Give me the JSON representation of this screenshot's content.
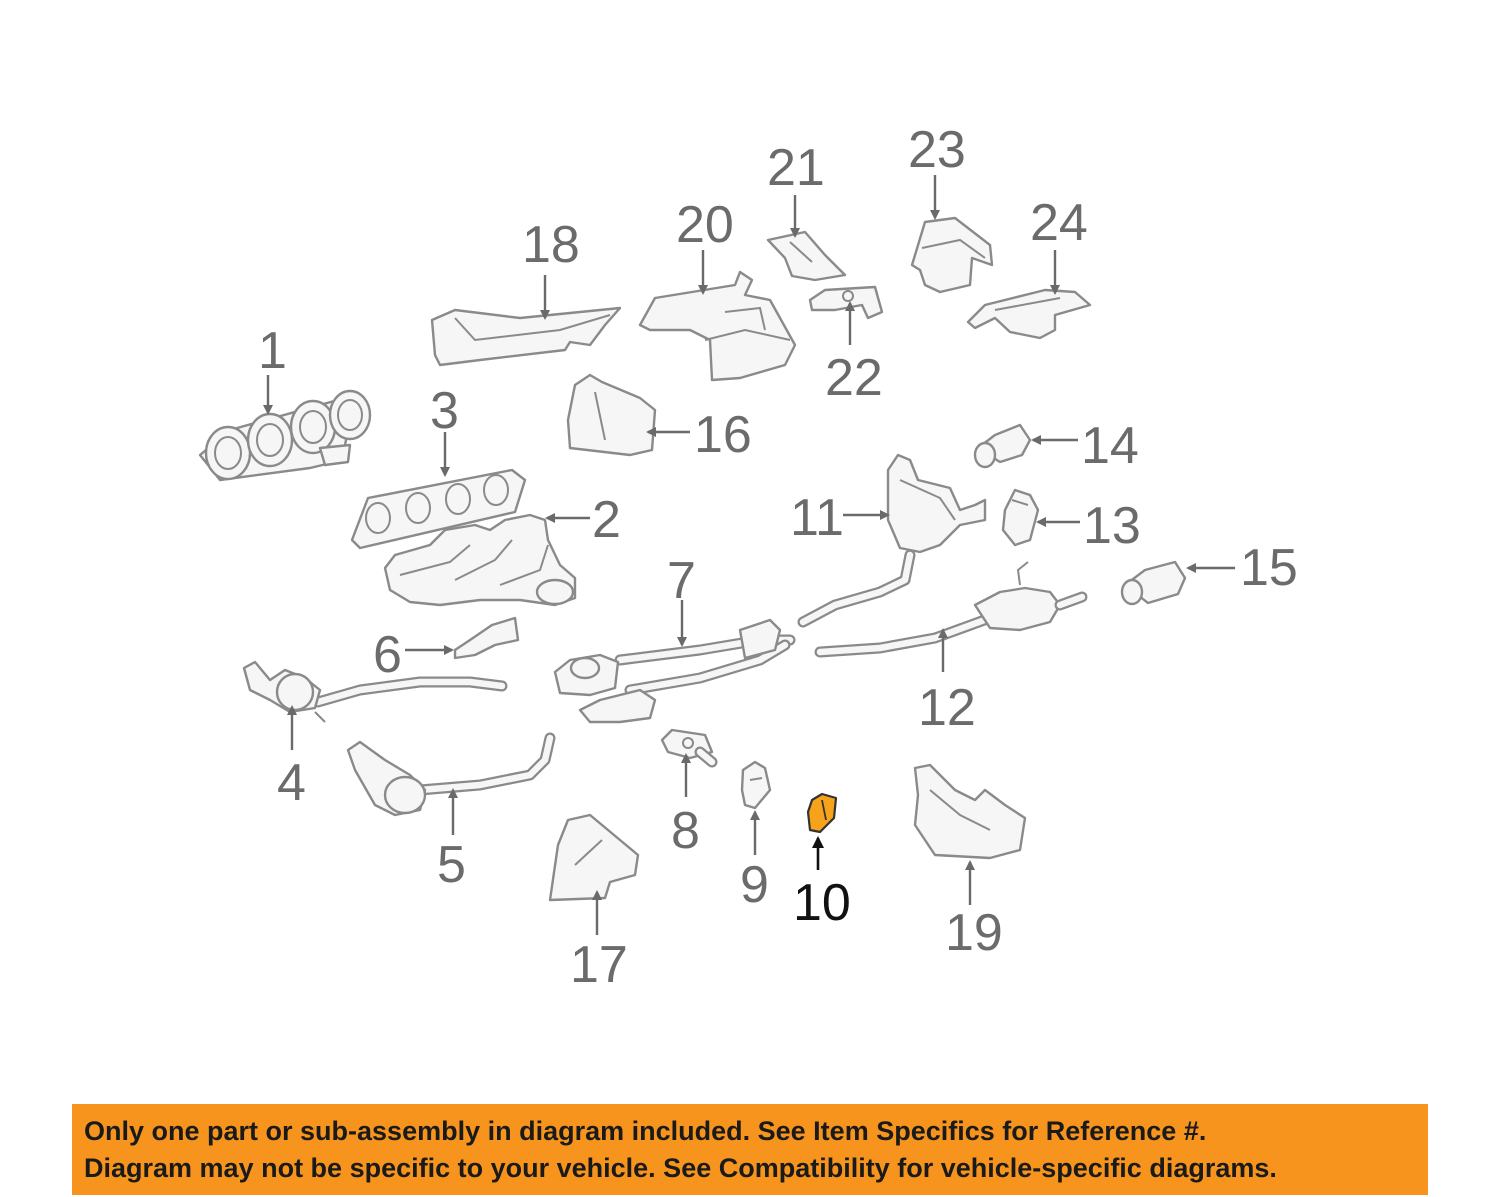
{
  "diagram": {
    "highlight_color": "#f7a21b",
    "highlighted_part": "10",
    "callouts": {
      "c1": "1",
      "c2": "2",
      "c3": "3",
      "c4": "4",
      "c5": "5",
      "c6": "6",
      "c7": "7",
      "c8": "8",
      "c9": "9",
      "c10": "10",
      "c11": "11",
      "c12": "12",
      "c13": "13",
      "c14": "14",
      "c15": "15",
      "c16": "16",
      "c17": "17",
      "c18": "18",
      "c19": "19",
      "c20": "20",
      "c21": "21",
      "c22": "22",
      "c23": "23",
      "c24": "24"
    }
  },
  "notice": {
    "background": "#f7941d",
    "line1": "Only one part or sub-assembly in diagram included. See Item Specifics for Reference #.",
    "line2": "Diagram may not be specific to your vehicle. See Compatibility for vehicle-specific diagrams."
  }
}
